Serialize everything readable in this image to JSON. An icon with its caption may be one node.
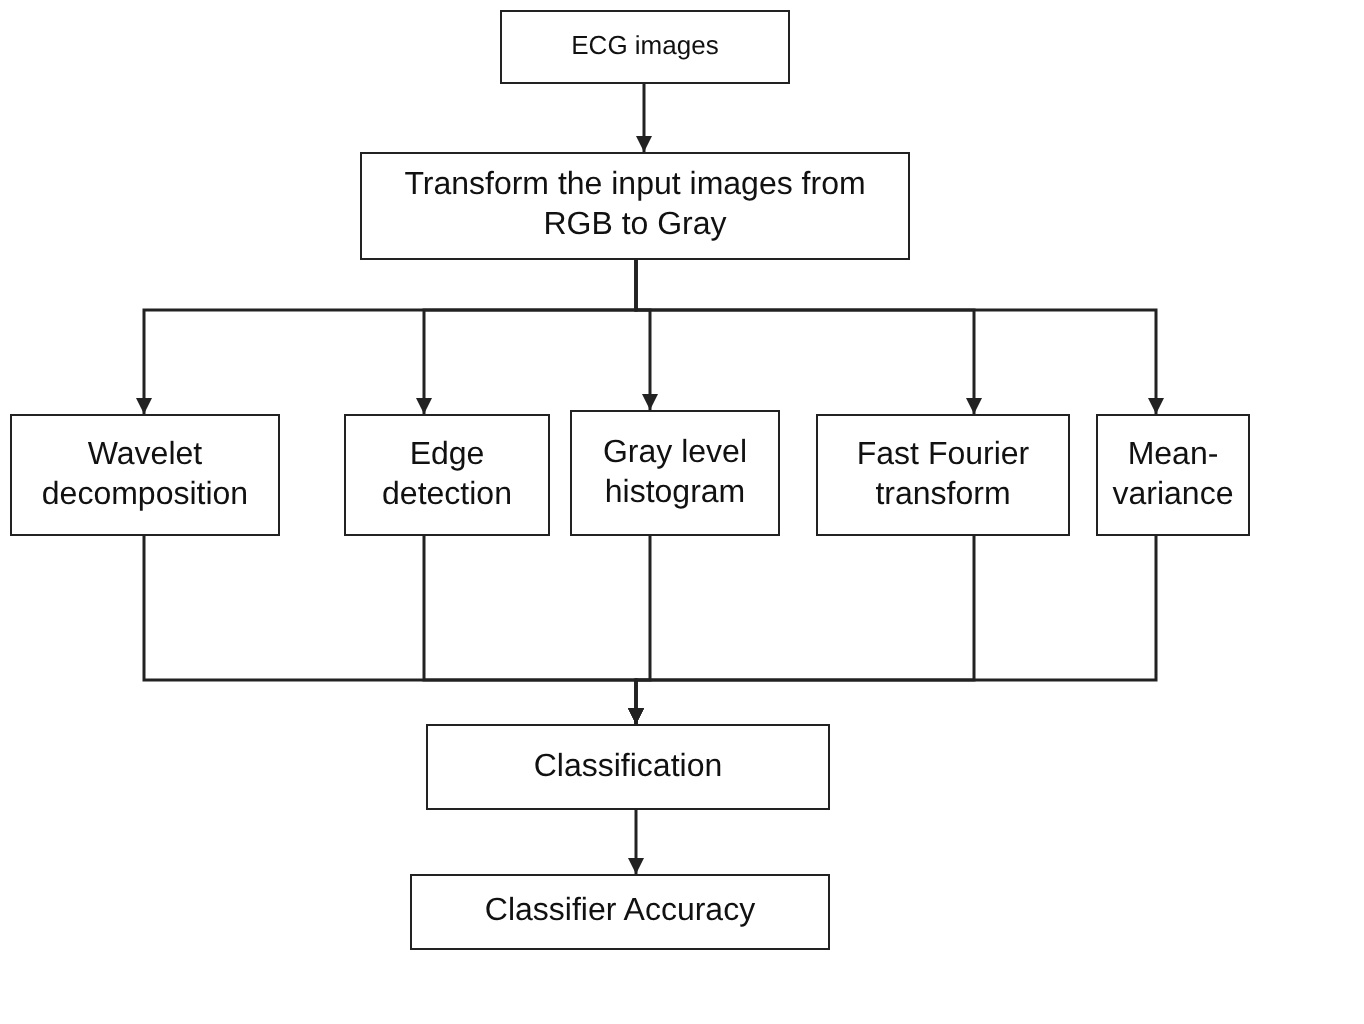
{
  "diagram": {
    "nodes": [
      {
        "text": [
          "ECG images"
        ]
      },
      {
        "text": [
          "Transform the input images from RGB to Gray"
        ]
      },
      {
        "text": [
          "Wavelet decomposition"
        ]
      },
      {
        "text": [
          "Edge detection"
        ]
      },
      {
        "text": [
          "Gray level histogram"
        ]
      },
      {
        "text": [
          "Fast Fourier transform"
        ]
      },
      {
        "text": [
          "Mean-variance"
        ]
      },
      {
        "text": [
          "Classification"
        ]
      },
      {
        "text": [
          "Classifier Accuracy"
        ]
      }
    ],
    "edges": [
      {
        "from": 0,
        "to": 1,
        "arrow": "to"
      },
      {
        "from": 1,
        "to": 2,
        "arrow": "to"
      },
      {
        "from": 1,
        "to": 3,
        "arrow": "to"
      },
      {
        "from": 1,
        "to": 4,
        "arrow": "to"
      },
      {
        "from": 1,
        "to": 5,
        "arrow": "to"
      },
      {
        "from": 1,
        "to": 6,
        "arrow": "to"
      },
      {
        "from": 2,
        "to": 7,
        "arrow": "to"
      },
      {
        "from": 3,
        "to": 7,
        "arrow": "to"
      },
      {
        "from": 4,
        "to": 7,
        "arrow": "to"
      },
      {
        "from": 5,
        "to": 7,
        "arrow": "to"
      },
      {
        "from": 6,
        "to": 7,
        "arrow": "to"
      },
      {
        "from": 7,
        "to": 8,
        "arrow": "to"
      }
    ]
  }
}
